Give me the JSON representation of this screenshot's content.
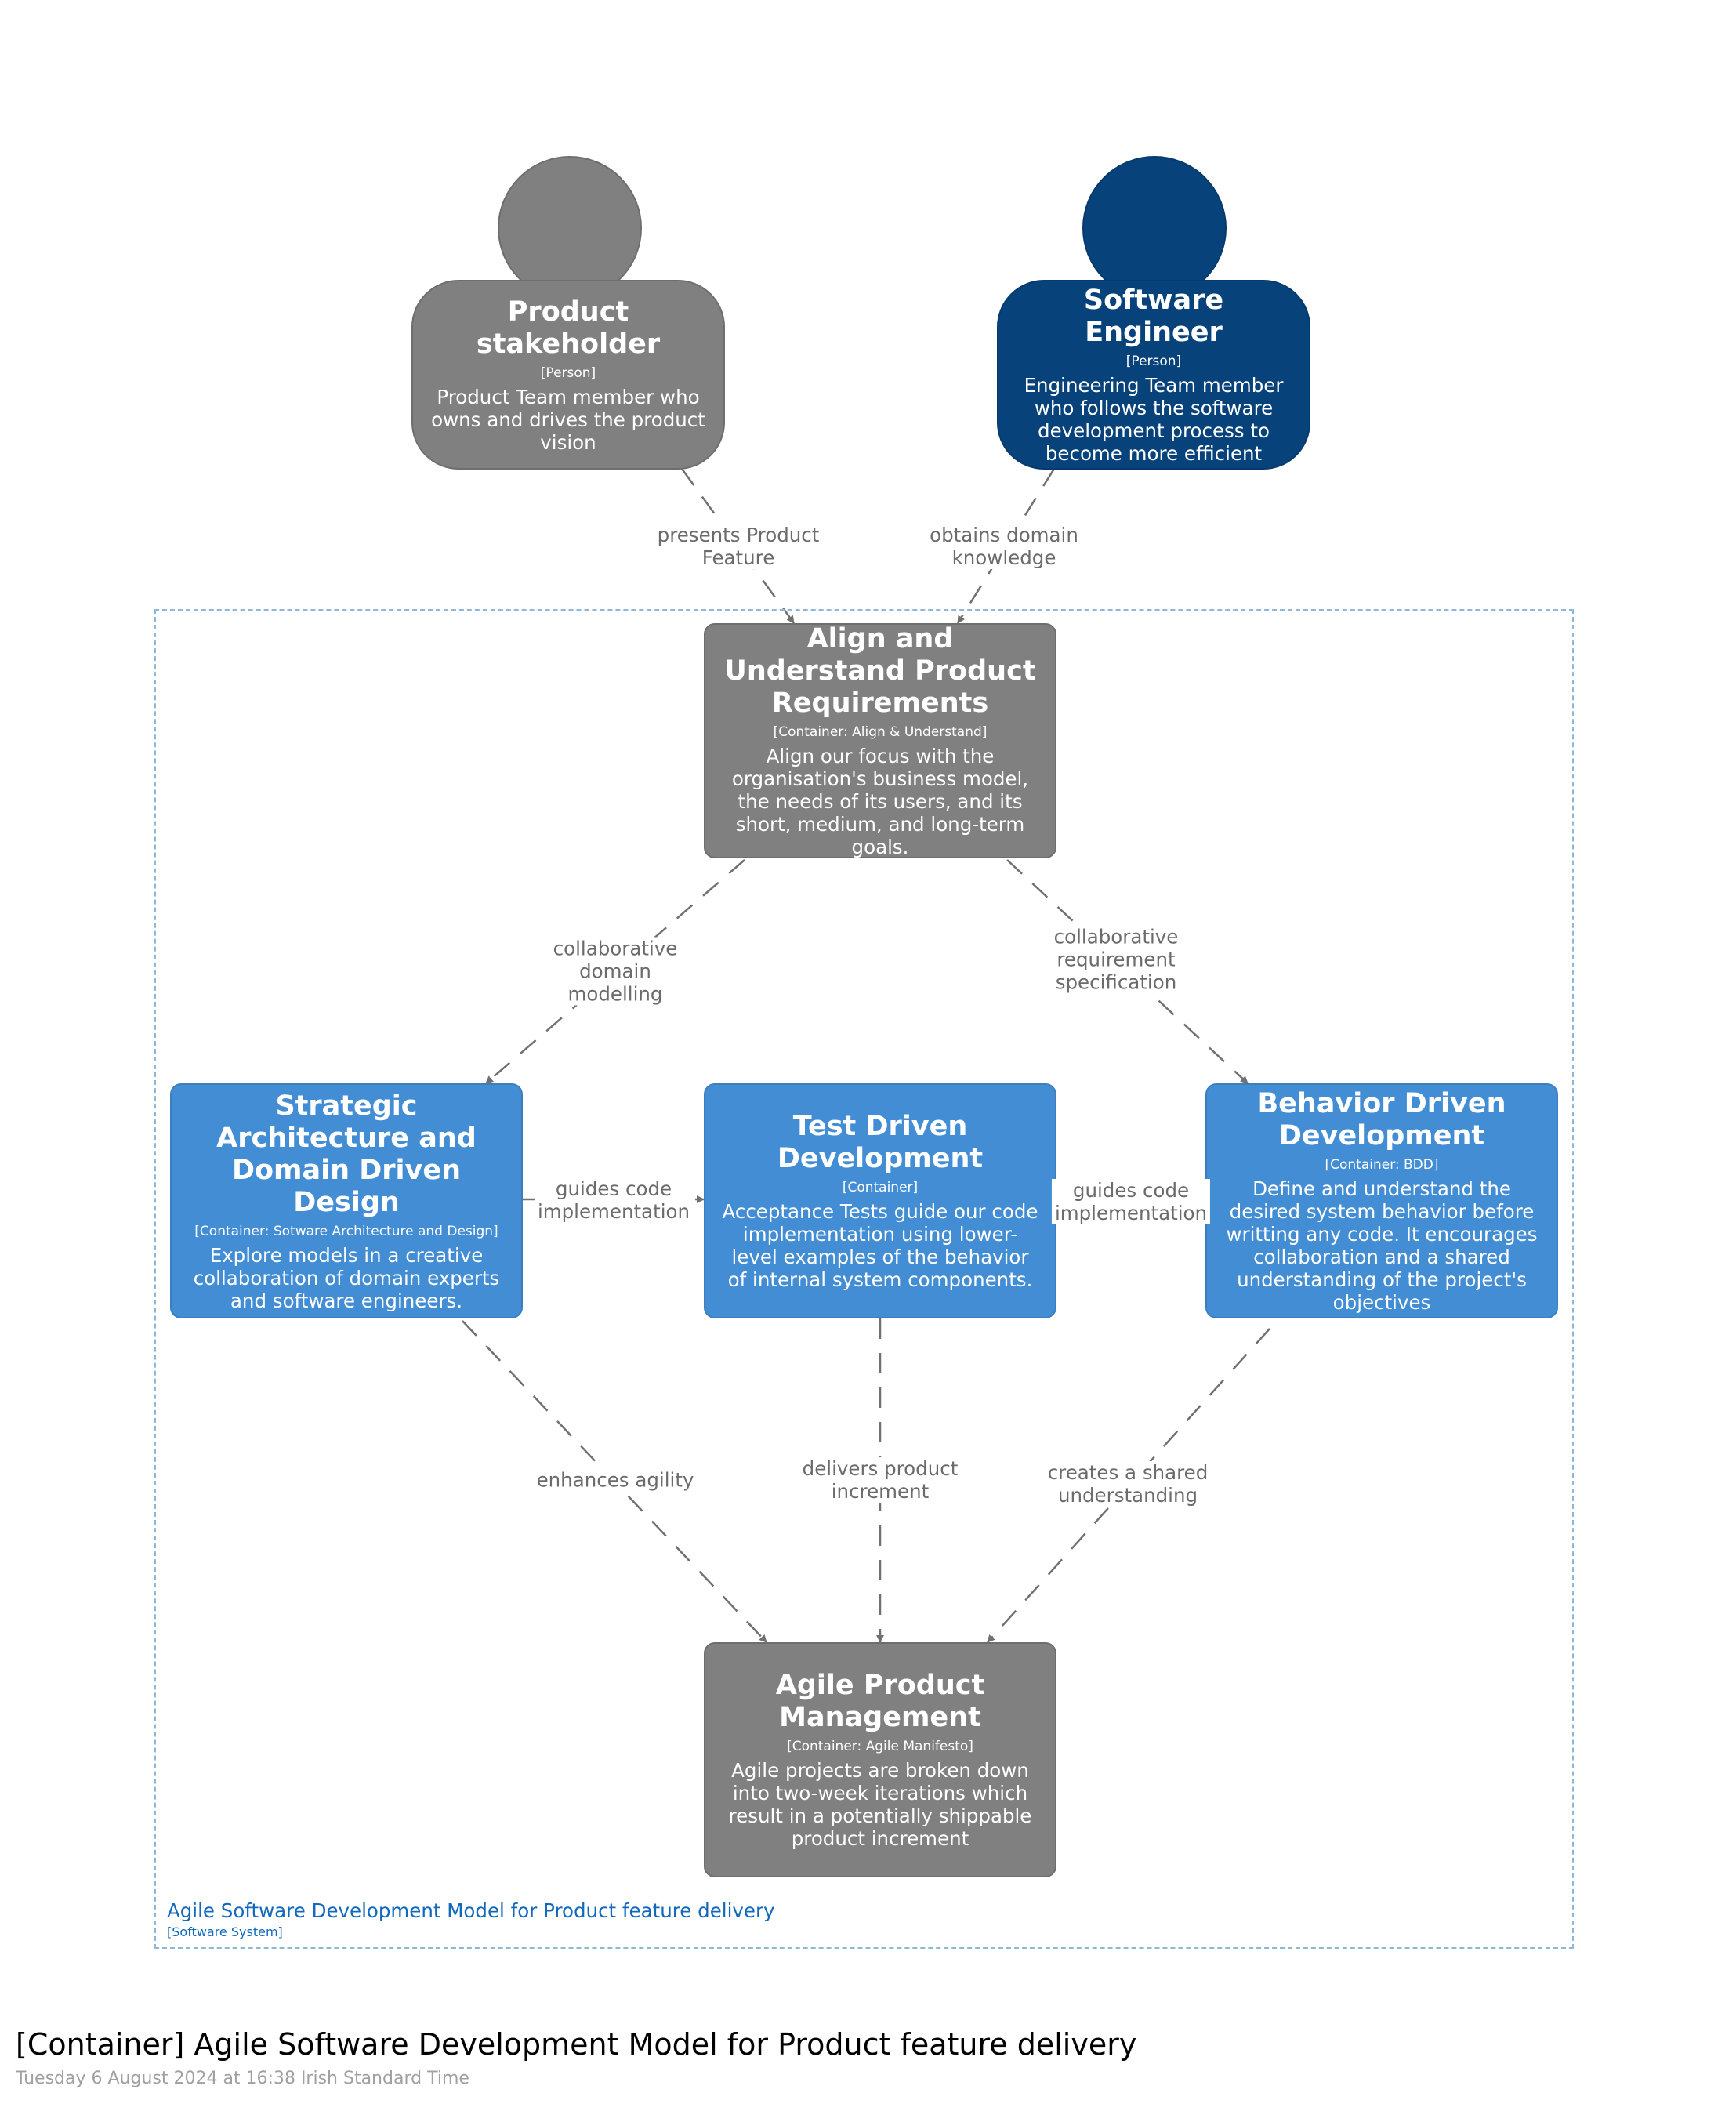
{
  "colors": {
    "gray": "#808080",
    "navy": "#08427b",
    "blue": "#438dd5",
    "edge": "#707070",
    "edge_label": "#6b6b6b",
    "boundary": "#8fb8d8",
    "boundary_text": "#1168bd"
  },
  "people": {
    "stakeholder": {
      "title": "Product stakeholder",
      "type": "[Person]",
      "description": "Product Team member who owns and drives the product vision"
    },
    "engineer": {
      "title": "Software Engineer",
      "type": "[Person]",
      "description": "Engineering Team member who follows the software development process to become more efficient"
    }
  },
  "containers": {
    "align": {
      "title": "Align and Understand Product Requirements",
      "tech": "[Container: Align & Understand]",
      "description": "Align our focus with the organisation's business model, the needs of its users, and its short, medium, and long-term goals."
    },
    "strategic": {
      "title": "Strategic Architecture and Domain Driven Design",
      "tech": "[Container: Sotware Architecture and Design]",
      "description": "Explore models in a creative collaboration of domain experts and software engineers."
    },
    "tdd": {
      "title": "Test Driven Development",
      "tech": "[Container]",
      "description": "Acceptance Tests guide our code implementation using lower-level examples of the behavior of internal system components."
    },
    "bdd": {
      "title": "Behavior Driven Development",
      "tech": "[Container: BDD]",
      "description": "Define and understand the desired system behavior before writting any code. It encourages collaboration and a shared understanding of the project's objectives"
    },
    "agile": {
      "title": "Agile Product Management",
      "tech": "[Container: Agile Manifesto]",
      "description": "Agile projects are broken down into two-week iterations which result in a potentially shippable product increment"
    }
  },
  "relationships": {
    "presents": "presents Product\nFeature",
    "obtains": "obtains domain\nknowledge",
    "domain_modelling": "collaborative\ndomain\nmodelling",
    "requirement_spec": "collaborative\nrequirement\nspecification",
    "guides_left": "guides code\nimplementation",
    "guides_right": "guides code\nimplementation",
    "enhances": "enhances agility",
    "delivers": "delivers product\nincrement",
    "shared": "creates a shared\nunderstanding"
  },
  "boundary": {
    "name": "Agile Software Development Model for Product feature delivery",
    "type": "[Software System]"
  },
  "footer": {
    "title": "[Container] Agile Software Development Model for Product feature delivery",
    "date": "Tuesday 6 August 2024 at 16:38 Irish Standard Time"
  }
}
